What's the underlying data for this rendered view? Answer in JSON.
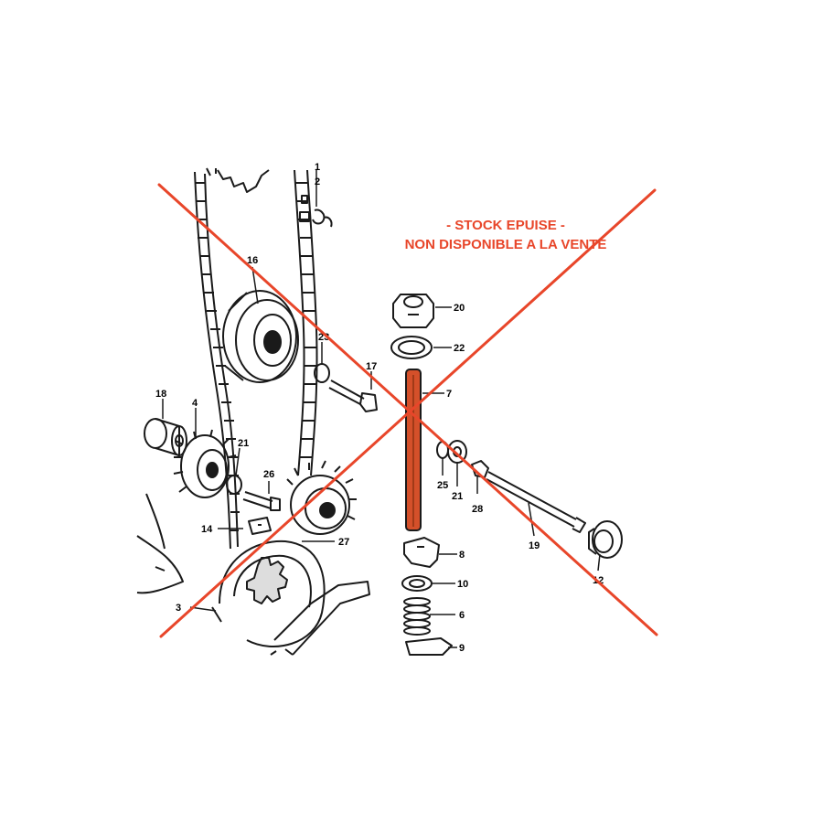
{
  "notice": {
    "line1": "- STOCK EPUISE -",
    "line2": "NON DISPONIBLE A LA VENTE",
    "color": "#e8462a"
  },
  "callouts": {
    "c1": "1",
    "c2": "2",
    "c3": "3",
    "c4": "4",
    "c6": "6",
    "c7": "7",
    "c8": "8",
    "c9": "9",
    "c10": "10",
    "c12": "12",
    "c14": "14",
    "c16": "16",
    "c17": "17",
    "c18": "18",
    "c19": "19",
    "c20": "20",
    "c21a": "21",
    "c21b": "21",
    "c22": "22",
    "c23": "23",
    "c25": "25",
    "c26": "26",
    "c27": "27",
    "c28": "28"
  },
  "colors": {
    "line_art": "#1a1a1a",
    "highlight_part": "#d4502a",
    "cross_out": "#e8462a"
  },
  "icons": {
    "cross": "red-x-cross-out"
  }
}
